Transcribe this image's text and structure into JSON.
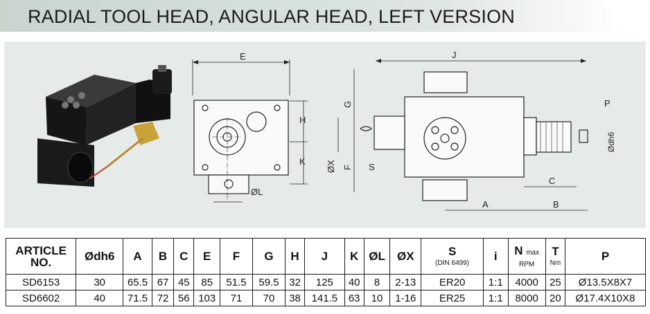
{
  "title": "RADIAL TOOL HEAD, ANGULAR HEAD, LEFT VERSION",
  "drawing": {
    "front_view_labels": [
      "E",
      "H",
      "K",
      "ØL"
    ],
    "side_view_labels": [
      "J",
      "G",
      "F",
      "ØX",
      "S",
      "P",
      "Ødh6",
      "C",
      "A",
      "B"
    ]
  },
  "table": {
    "headers": {
      "article": "ARTICLE NO.",
      "dh6": "Ødh6",
      "a": "A",
      "b": "B",
      "c": "C",
      "e": "E",
      "f": "F",
      "g": "G",
      "h": "H",
      "j": "J",
      "k": "K",
      "l": "ØL",
      "x": "ØX",
      "s": "S",
      "s_sub": "(DIN 6499)",
      "i": "i",
      "n": "N",
      "n_sub": "max",
      "n_unit": "RPM",
      "t": "T",
      "t_unit": "Nm",
      "p": "P"
    },
    "rows": [
      {
        "article": "SD6153",
        "dh6": "30",
        "a": "65.5",
        "b": "67",
        "c": "45",
        "e": "85",
        "f": "51.5",
        "g": "59.5",
        "h": "32",
        "j": "125",
        "k": "40",
        "l": "8",
        "x": "2-13",
        "s": "ER20",
        "i": "1:1",
        "n": "4000",
        "t": "25",
        "p": "Ø13.5X8X7"
      },
      {
        "article": "SD6602",
        "dh6": "40",
        "a": "71.5",
        "b": "72",
        "c": "56",
        "e": "103",
        "f": "71",
        "g": "70",
        "h": "38",
        "j": "141.5",
        "k": "63",
        "l": "10",
        "x": "1-16",
        "s": "ER25",
        "i": "1:1",
        "n": "8000",
        "t": "20",
        "p": "Ø17.4X10X8"
      }
    ]
  }
}
